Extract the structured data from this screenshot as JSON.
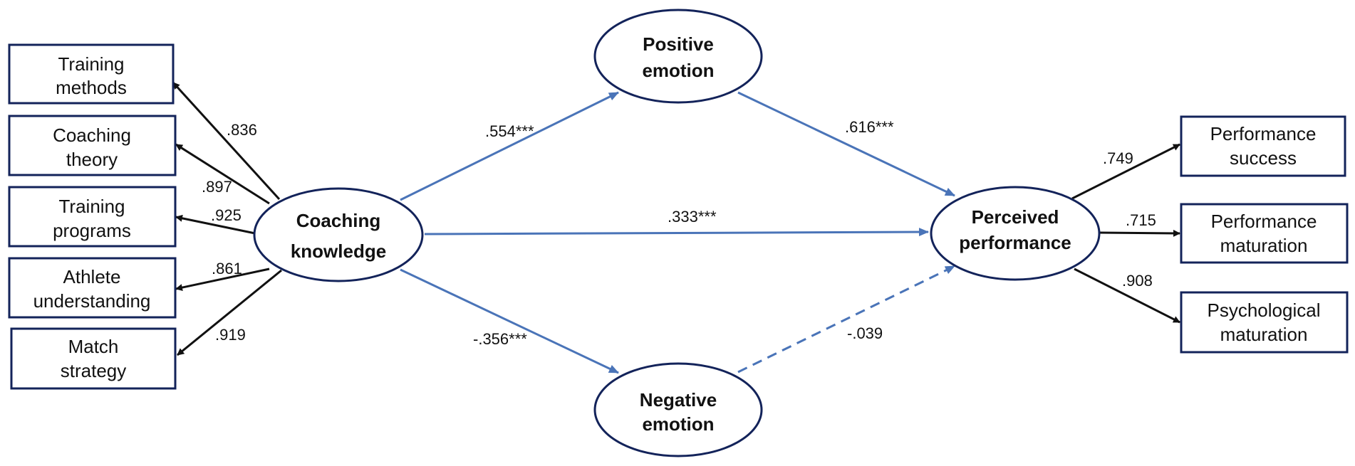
{
  "colors": {
    "node_stroke": "#13235a",
    "structural_path": "#4a74b8",
    "loading_path": "#111111",
    "text": "#111111",
    "background": "#ffffff"
  },
  "latent": {
    "coaching": [
      "Coaching",
      "knowledge"
    ],
    "positive": [
      "Positive",
      "emotion"
    ],
    "negative": [
      "Negative",
      "emotion"
    ],
    "perceived": [
      "Perceived",
      "performance"
    ]
  },
  "indicators": {
    "training_methods": [
      "Training",
      "methods"
    ],
    "coaching_theory": [
      "Coaching",
      "theory"
    ],
    "training_programs": [
      "Training",
      "programs"
    ],
    "athlete_understanding": [
      "Athlete",
      "understanding"
    ],
    "match_strategy": [
      "Match",
      "strategy"
    ],
    "performance_success": [
      "Performance",
      "success"
    ],
    "performance_maturation": [
      "Performance",
      "maturation"
    ],
    "psychological_maturation": [
      "Psychological",
      "maturation"
    ]
  },
  "loadings": {
    "training_methods": ".836",
    "coaching_theory": ".897",
    "training_programs": ".925",
    "athlete_understanding": ".861",
    "match_strategy": ".919",
    "performance_success": ".749",
    "performance_maturation": ".715",
    "psychological_maturation": ".908"
  },
  "paths": {
    "ck_to_pe": ".554***",
    "pe_to_pp": ".616***",
    "ck_to_pp": ".333***",
    "ck_to_ne": "-.356***",
    "ne_to_pp": "-.039"
  },
  "path_styles": {
    "ne_to_pp": "dashed"
  }
}
